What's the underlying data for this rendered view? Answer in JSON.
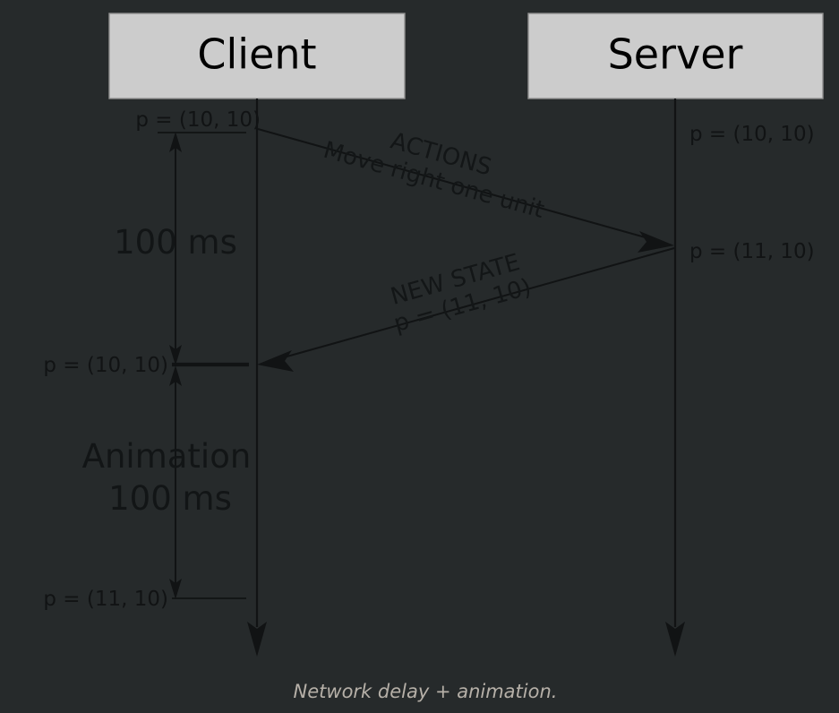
{
  "figure": {
    "background_color": "#262a2b",
    "ink_color": "#111314",
    "box_fill_color": "#cccccc",
    "caption": "Network delay + animation.",
    "caption_color": "#b6b0a8"
  },
  "participants": [
    {
      "id": "client",
      "title": "Client"
    },
    {
      "id": "server",
      "title": "Server"
    }
  ],
  "client_states": {
    "initial": "p = (10, 10)",
    "after_network_delay": "p = (10, 10)",
    "after_animation": "p = (11, 10)"
  },
  "server_states": {
    "initial": "p = (10, 10)",
    "after_action": "p = (11, 10)"
  },
  "durations": {
    "network_delay": "100 ms",
    "animation_title": "Animation",
    "animation_value": "100 ms"
  },
  "messages": [
    {
      "id": "actions",
      "direction": "client-to-server",
      "line1": "ACTIONS",
      "line2": "Move right one unit"
    },
    {
      "id": "new-state",
      "direction": "server-to-client",
      "line1": "NEW STATE",
      "line2": "p = (11, 10)"
    }
  ]
}
